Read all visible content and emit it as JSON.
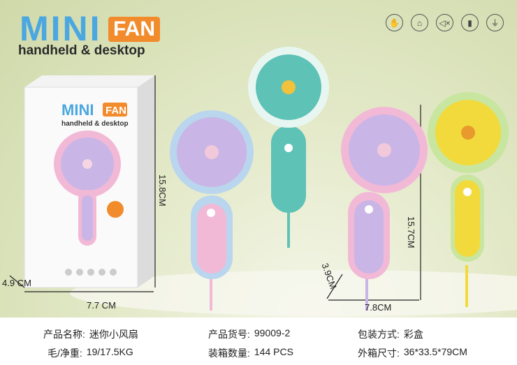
{
  "brand": {
    "mini": "MINI",
    "fan": "FAN",
    "subtitle": "handheld & desktop"
  },
  "feature_icons": [
    "hand-icon",
    "bag-icon",
    "mute-icon",
    "battery-icon",
    "usb-icon"
  ],
  "dimensions": {
    "box_height": "15.8CM",
    "box_depth": "4.9 CM",
    "box_width": "7.7 CM",
    "fan_height": "15.7CM",
    "fan_depth": "3.9CM",
    "fan_width": "7.8CM"
  },
  "specs": [
    {
      "label": "产品名称:",
      "value": "迷你小风扇"
    },
    {
      "label": "产品货号:",
      "value": "99009-2"
    },
    {
      "label": "包装方式:",
      "value": "彩盒"
    },
    {
      "label": "毛/净重:",
      "value": "19/17.5KG"
    },
    {
      "label": "装箱数量:",
      "value": "144 PCS"
    },
    {
      "label": "外箱尺寸:",
      "value": "36*33.5*79CM"
    }
  ],
  "colors": {
    "blue": "#4aa7e0",
    "orange": "#f28b2c",
    "pink": "#f2b9d6",
    "teal": "#5ec2b6",
    "yellow": "#f2da3c",
    "lavender": "#c9b5e6"
  }
}
